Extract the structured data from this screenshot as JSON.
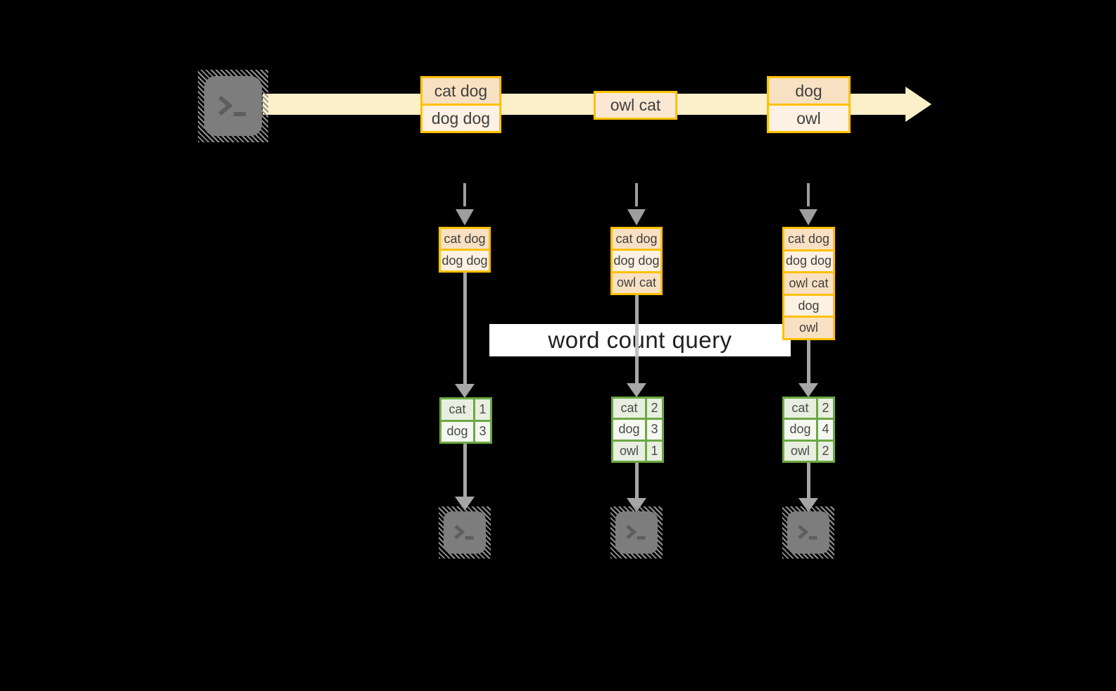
{
  "label": {
    "text": "word count query"
  },
  "stream": {
    "events": [
      {
        "rows": [
          "cat dog",
          "dog dog"
        ]
      },
      {
        "rows": [
          "owl cat"
        ]
      },
      {
        "rows": [
          "dog",
          "owl"
        ]
      }
    ]
  },
  "columns": [
    {
      "input": [
        "cat dog",
        "dog dog"
      ],
      "table": [
        {
          "word": "cat",
          "count": "1"
        },
        {
          "word": "dog",
          "count": "3"
        }
      ]
    },
    {
      "input": [
        "cat dog",
        "dog dog",
        "owl cat"
      ],
      "table": [
        {
          "word": "cat",
          "count": "2"
        },
        {
          "word": "dog",
          "count": "3"
        },
        {
          "word": "owl",
          "count": "1"
        }
      ]
    },
    {
      "input": [
        "cat dog",
        "dog dog",
        "owl cat",
        "dog",
        "owl"
      ],
      "table": [
        {
          "word": "cat",
          "count": "2"
        },
        {
          "word": "dog",
          "count": "4"
        },
        {
          "word": "owl",
          "count": "2"
        }
      ]
    }
  ],
  "icons": {
    "source": "terminal-prompt-icon",
    "sink": "terminal-prompt-icon"
  },
  "colors": {
    "background": "#000000",
    "stream_band": "#FBF0CA",
    "event_border": "#FFC000",
    "event_fill_dark": "#F8E1C3",
    "event_fill_light": "#FCF1E2",
    "table_border": "#6CA844",
    "table_fill_green": "#E8EFE0",
    "table_fill_white": "#F5F8F1",
    "arrow_gray": "#A6A6A6",
    "terminal_gray": "#7D7D7D",
    "label_bg": "#FFFFFF"
  }
}
